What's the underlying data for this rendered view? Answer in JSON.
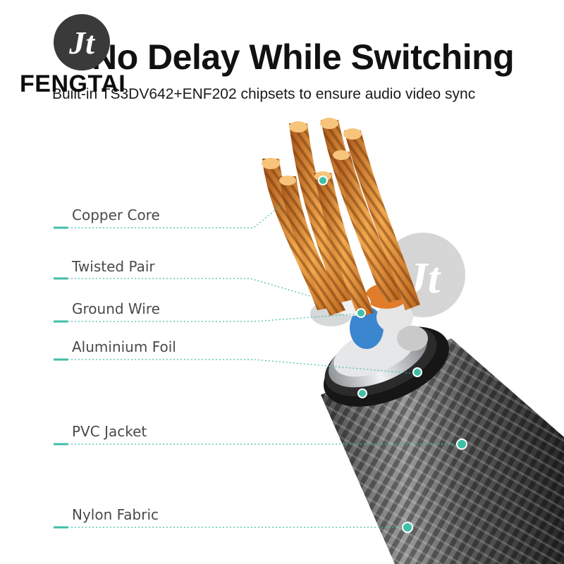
{
  "brand": {
    "name": "FENGTAI"
  },
  "headline": "No Delay While Switching",
  "subheadline": "Built-in TS3DV642+ENF202 chipsets to ensure audio video sync",
  "layers": [
    {
      "label": "Copper Core"
    },
    {
      "label": "Twisted Pair"
    },
    {
      "label": "Ground Wire"
    },
    {
      "label": "Aluminium Foil"
    },
    {
      "label": "PVC Jacket"
    },
    {
      "label": "Nylon Fabric"
    }
  ],
  "colors": {
    "accent": "#3fbfa6",
    "headline": "#111111",
    "label": "#4a4a4a",
    "copper": "#e08a2e",
    "jacket": "#1e1e1e",
    "foil": "#c9ccd0"
  }
}
